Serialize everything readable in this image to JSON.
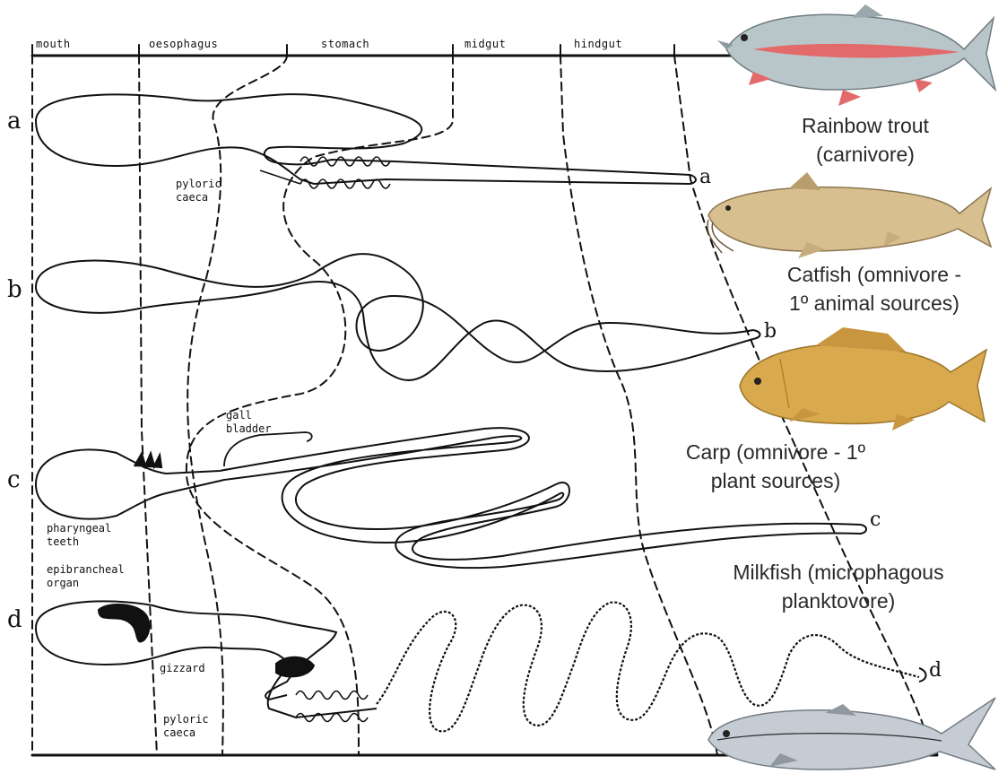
{
  "segments": {
    "mouth": "mouth",
    "oesophagus": "oesophagus",
    "stomach": "stomach",
    "midgut": "midgut",
    "hindgut": "hindgut"
  },
  "rows": {
    "a": "a",
    "b": "b",
    "c": "c",
    "d": "d"
  },
  "annotations": {
    "pyloric_caeca_1": "pyloric\ncaeca",
    "gall_bladder": "gall\nbladder",
    "pharyngeal_teeth": "pharyngeal\nteeth",
    "epibrancheal_organ": "epibrancheal\norgan",
    "gizzard": "gizzard",
    "pyloric_caeca_2": "pyloric\ncaeca"
  },
  "fish": {
    "trout": {
      "caption": "Rainbow trout\n(carnivore)",
      "icon": "rainbow-trout-icon"
    },
    "catfish": {
      "caption": "Catfish (omnivore -\n1º animal sources)",
      "icon": "catfish-icon"
    },
    "carp": {
      "caption": "Carp (omnivore - 1º\nplant sources)",
      "icon": "carp-icon"
    },
    "milkfish": {
      "caption": "Milkfish (microphagous\nplanktovore)",
      "icon": "milkfish-icon"
    }
  },
  "colors": {
    "ink": "#111111",
    "trout_body": "#b9c6c9",
    "trout_stripe": "#e26a6a",
    "catfish_body": "#d8bf8f",
    "carp_body": "#d9a94d",
    "milkfish_body": "#c5ccd3"
  }
}
